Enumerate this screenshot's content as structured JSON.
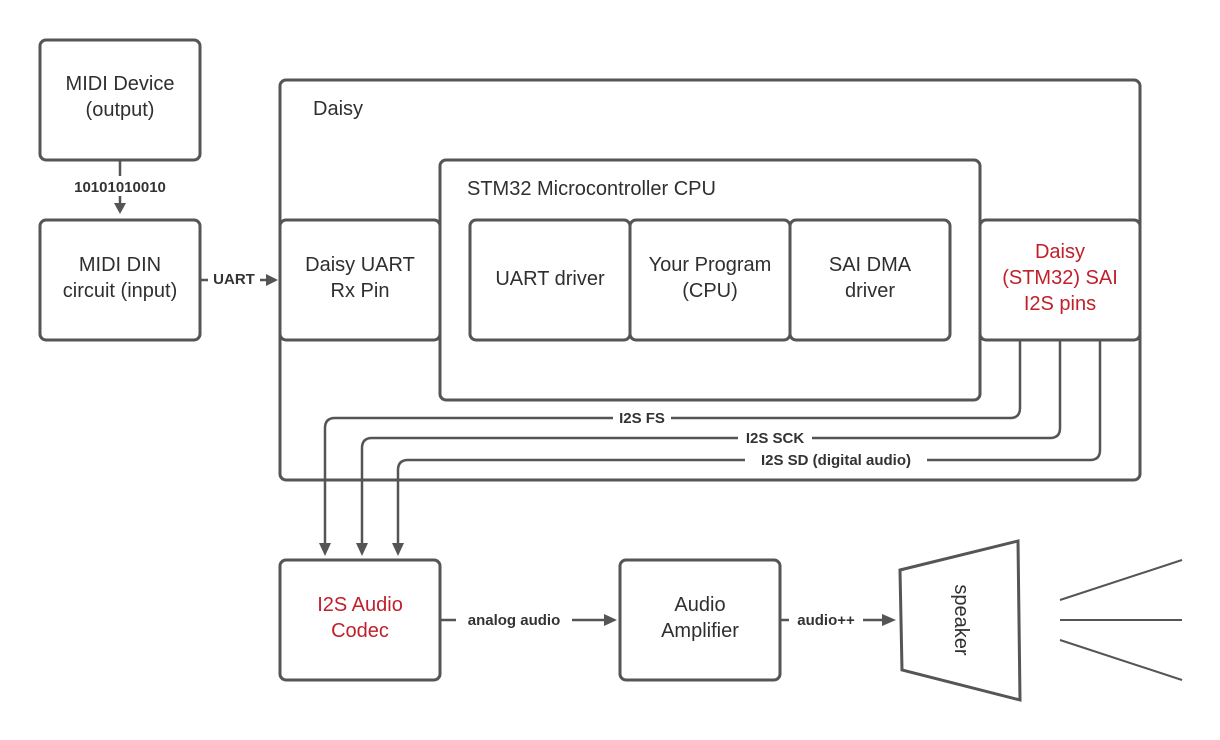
{
  "colors": {
    "line": "#555555",
    "text": "#2f2f2f",
    "highlight": "#c0202a"
  },
  "boxes": {
    "midi_device": {
      "line1": "MIDI Device",
      "line2": "(output)"
    },
    "midi_din": {
      "line1": "MIDI DIN",
      "line2": "circuit (input)"
    },
    "daisy": {
      "label": "Daisy"
    },
    "stm32": {
      "label": "STM32 Microcontroller CPU"
    },
    "uart_rx": {
      "line1": "Daisy UART",
      "line2": "Rx Pin"
    },
    "uart_driver": {
      "label": "UART driver"
    },
    "your_program": {
      "line1": "Your Program",
      "line2": "(CPU)"
    },
    "sai_dma": {
      "line1": "SAI DMA",
      "line2": "driver"
    },
    "sai_pins": {
      "line1": "Daisy",
      "line2": "(STM32) SAI",
      "line3": "I2S pins"
    },
    "codec": {
      "line1": "I2S Audio",
      "line2": "Codec"
    },
    "amplifier": {
      "line1": "Audio",
      "line2": "Amplifier"
    },
    "speaker": {
      "label": "speaker"
    }
  },
  "connections": {
    "midi_bits": "10101010010",
    "uart": "UART",
    "i2s_fs": "I2S FS",
    "i2s_sck": "I2S SCK",
    "i2s_sd": "I2S SD (digital audio)",
    "analog_audio": "analog audio",
    "audio_amp": "audio++"
  }
}
